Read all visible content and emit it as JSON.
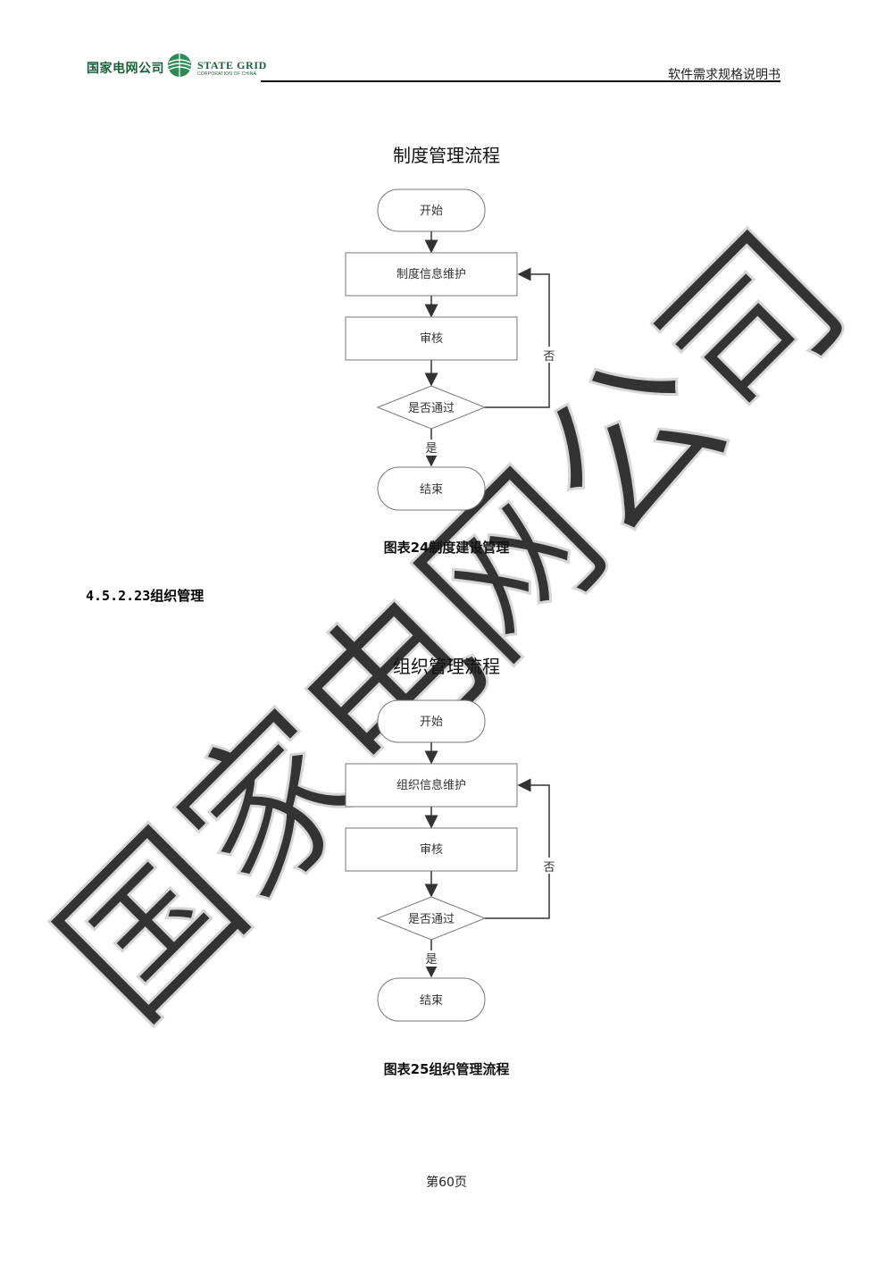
{
  "header": {
    "company_cn": "国家电网公司",
    "company_en": "STATE GRID",
    "company_en_sub": "CORPORATION OF CHINA",
    "doc_title": "软件需求规格说明书"
  },
  "watermark": {
    "text": "国家电网公司",
    "color": "#d9d9d9"
  },
  "flowcharts": [
    {
      "title": "制度管理流程",
      "nodes": {
        "start": "开始",
        "step1": "制度信息维护",
        "step2": "审核",
        "decision": "是否通过",
        "end": "结束"
      },
      "labels": {
        "no": "否",
        "yes": "是"
      },
      "caption": "图表24制度建设管理"
    },
    {
      "title": "组织管理流程",
      "nodes": {
        "start": "开始",
        "step1": "组织信息维护",
        "step2": "审核",
        "decision": "是否通过",
        "end": "结束"
      },
      "labels": {
        "no": "否",
        "yes": "是"
      },
      "caption": "图表25组织管理流程"
    }
  ],
  "section_heading": "4.5.2.23组织管理",
  "footer": {
    "page_label": "第60页"
  }
}
